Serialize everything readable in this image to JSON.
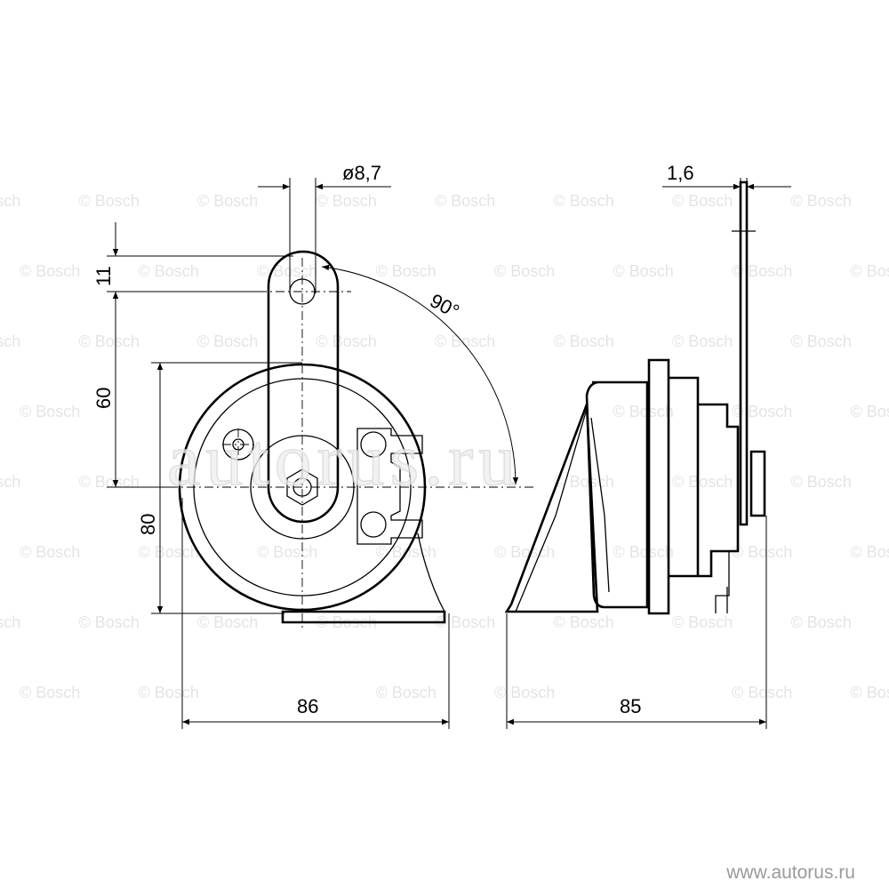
{
  "watermark": {
    "text": "© Bosch",
    "overlay": "autorus.ru"
  },
  "dimensions": {
    "hole_diameter": "ø8,7",
    "plate_thickness": "1,6",
    "hole_offset": "11",
    "hole_to_center": "60",
    "height": "80",
    "width_front": "86",
    "depth_side": "85",
    "angle": "90°"
  },
  "footer": {
    "url": "www.autorus.ru"
  }
}
